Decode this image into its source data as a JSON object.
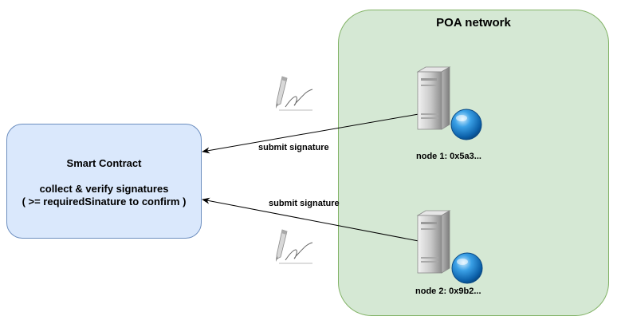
{
  "poa_network": {
    "title": "POA network"
  },
  "smart_contract": {
    "title": "Smart Contract",
    "line1": "collect & verify signatures",
    "line2": "( >= requiredSinature to confirm )"
  },
  "edges": [
    {
      "label": "submit signature"
    },
    {
      "label": "submit signature"
    }
  ],
  "nodes": [
    {
      "label": "node 1: 0x5a3..."
    },
    {
      "label": "node 2: 0x9b2..."
    }
  ],
  "colors": {
    "poa_fill": "#d5e8d4",
    "poa_stroke": "#82b366",
    "contract_fill": "#dae8fc",
    "contract_stroke": "#6c8ebf"
  }
}
